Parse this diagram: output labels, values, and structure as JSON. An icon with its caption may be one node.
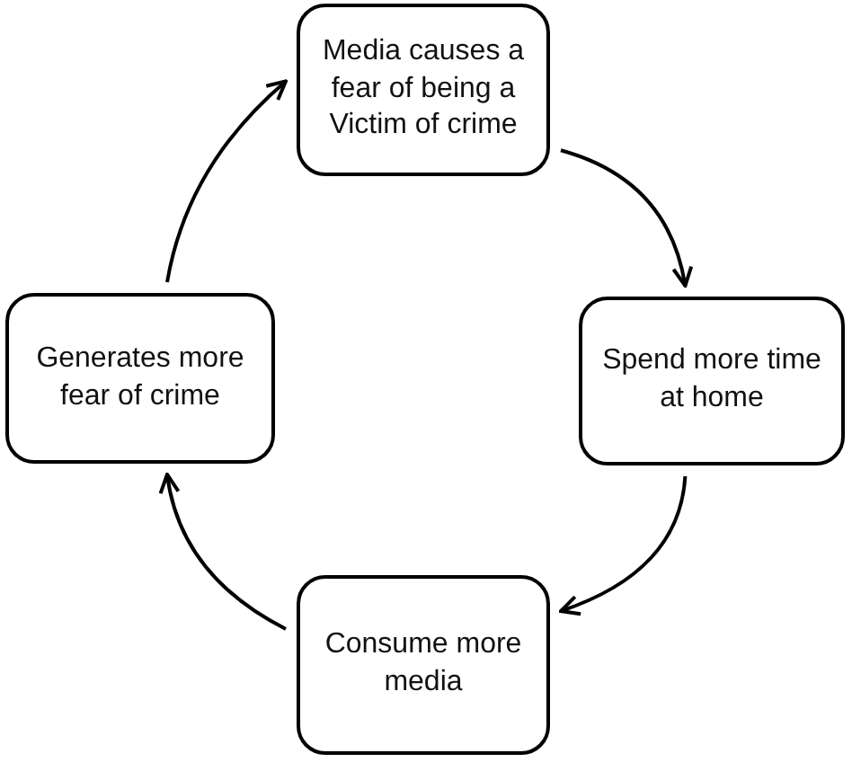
{
  "diagram": {
    "nodes": [
      {
        "text": [
          "Media causes a fear of being a Victim of crime"
        ]
      },
      {
        "text": [
          "Spend more time at home"
        ]
      },
      {
        "text": [
          "Consume more media"
        ]
      },
      {
        "text": [
          "Generates more fear of crime"
        ]
      }
    ],
    "edges": [
      {
        "from": 0,
        "to": 1,
        "arrow": "to"
      },
      {
        "from": 1,
        "to": 2,
        "arrow": "to"
      },
      {
        "from": 2,
        "to": 3,
        "arrow": "to"
      },
      {
        "from": 3,
        "to": 0,
        "arrow": "to"
      }
    ]
  }
}
